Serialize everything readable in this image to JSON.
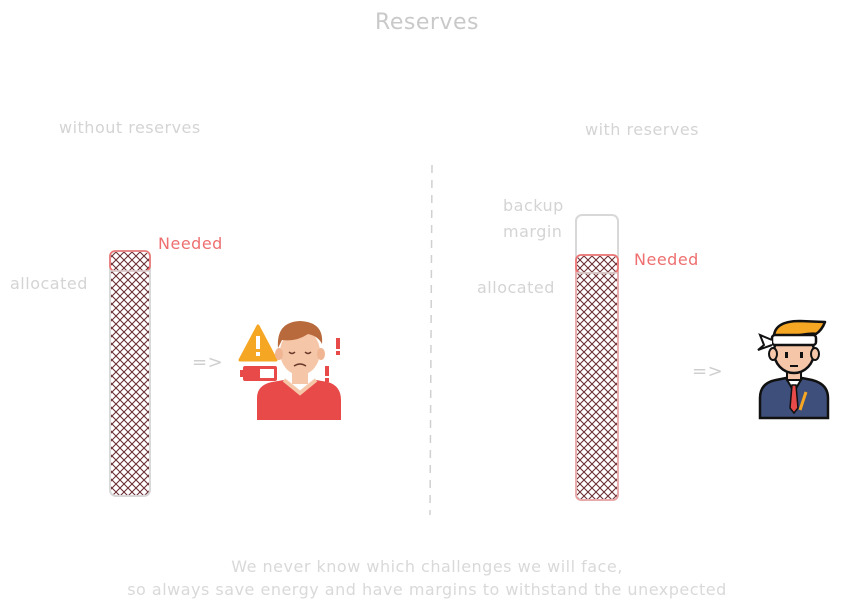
{
  "title": "Reserves",
  "left": {
    "heading": "without reserves",
    "allocated_label": "allocated",
    "needed_label": "Needed",
    "arrow": "=>"
  },
  "right": {
    "heading": "with reserves",
    "backup_label_line1": "backup",
    "backup_label_line2": "margin",
    "allocated_label": "allocated",
    "needed_label": "Needed",
    "arrow": "=>"
  },
  "footer": {
    "line1": "We never know which challenges we will face,",
    "line2": "so always save energy and have margins to withstand the unexpected"
  },
  "icons": {
    "left": "stressed-person-low-battery-icon",
    "right": "focused-person-headband-icon"
  },
  "colors": {
    "needed": "#ee6f6f",
    "hatch": "#6b2f35",
    "text": "#d4d4d4"
  }
}
